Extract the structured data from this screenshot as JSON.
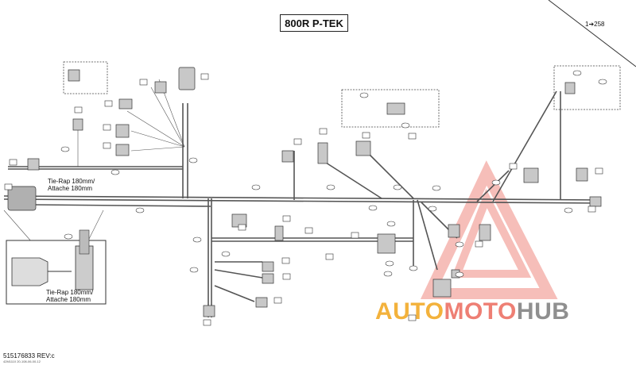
{
  "title": "800R P-TEK",
  "reference": "1➔258",
  "tie_rap": {
    "line1": "Tie-Rap 180mm/",
    "line2": "Attache 180mm"
  },
  "document_number": "515176833 REV:c",
  "document_subcode": "42M1110 20-108-06-00-12",
  "watermark": {
    "part1": "AUTO",
    "part2": "MOTO",
    "part3": "HUB",
    "colors": {
      "auto": "#f3b23c",
      "moto": "#ee7f74",
      "hub": "#8f8f8f",
      "mark": "#f08a80"
    }
  },
  "colors": {
    "line": "#333333",
    "harness": "#555555",
    "connector": "#777777"
  }
}
